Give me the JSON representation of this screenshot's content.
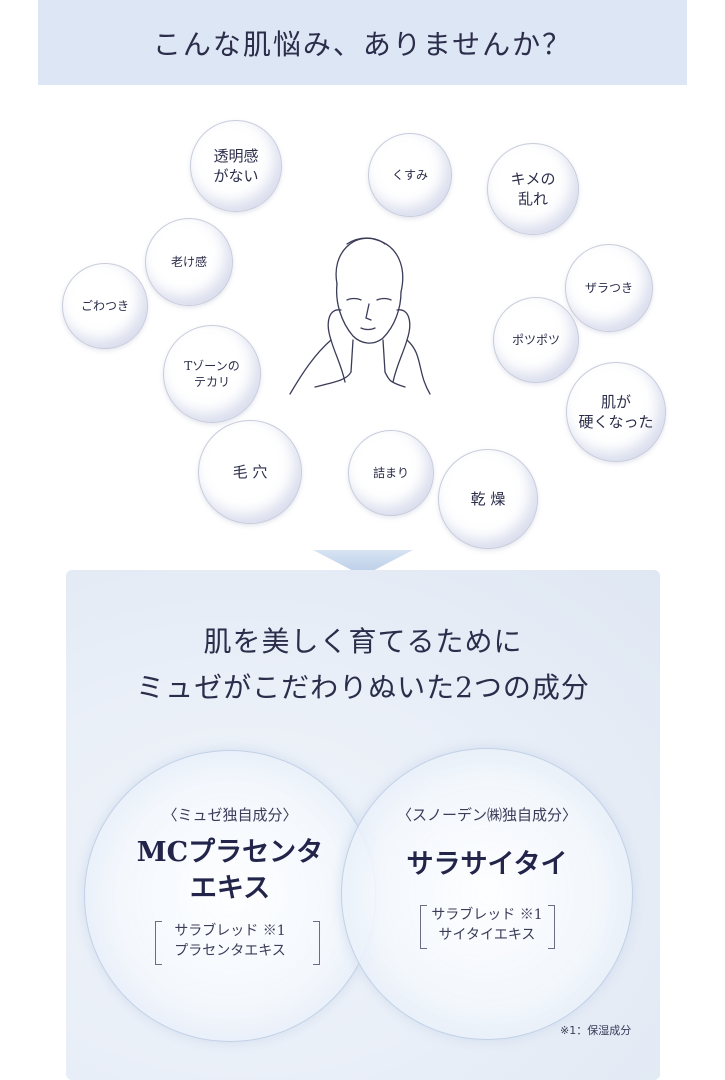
{
  "header": {
    "title": "こんな肌悩み、ありませんか？"
  },
  "concerns": [
    {
      "text": "透明感\nがない"
    },
    {
      "text": "くすみ"
    },
    {
      "text": "キメの\n乱れ"
    },
    {
      "text": "老け感"
    },
    {
      "text": "ザラつき"
    },
    {
      "text": "ごわつき"
    },
    {
      "text": "ポツポツ"
    },
    {
      "text": "Tゾーンの\nテカリ"
    },
    {
      "text": "肌が\n硬くなった"
    },
    {
      "text": "毛 穴"
    },
    {
      "text": "詰まり"
    },
    {
      "text": "乾 燥"
    }
  ],
  "section": {
    "line1": "肌を美しく育てるために",
    "line2": "ミュゼがこだわりぬいた2つの成分"
  },
  "ingredients": [
    {
      "tag": "〈ミュゼ独自成分〉",
      "name": "MCプラセンタ\nエキス",
      "sub": "サラブレッド ※1\nプラセンタエキス"
    },
    {
      "tag": "〈スノーデン㈱独自成分〉",
      "name": "サラサイタイ",
      "sub": "サラブレッド ※1\nサイタイエキス"
    }
  ],
  "footnote": "※1：保湿成分",
  "colors": {
    "header_bg": "#dde6f4",
    "text": "#2b2d4a",
    "panel_bg": "#e8eef7"
  }
}
